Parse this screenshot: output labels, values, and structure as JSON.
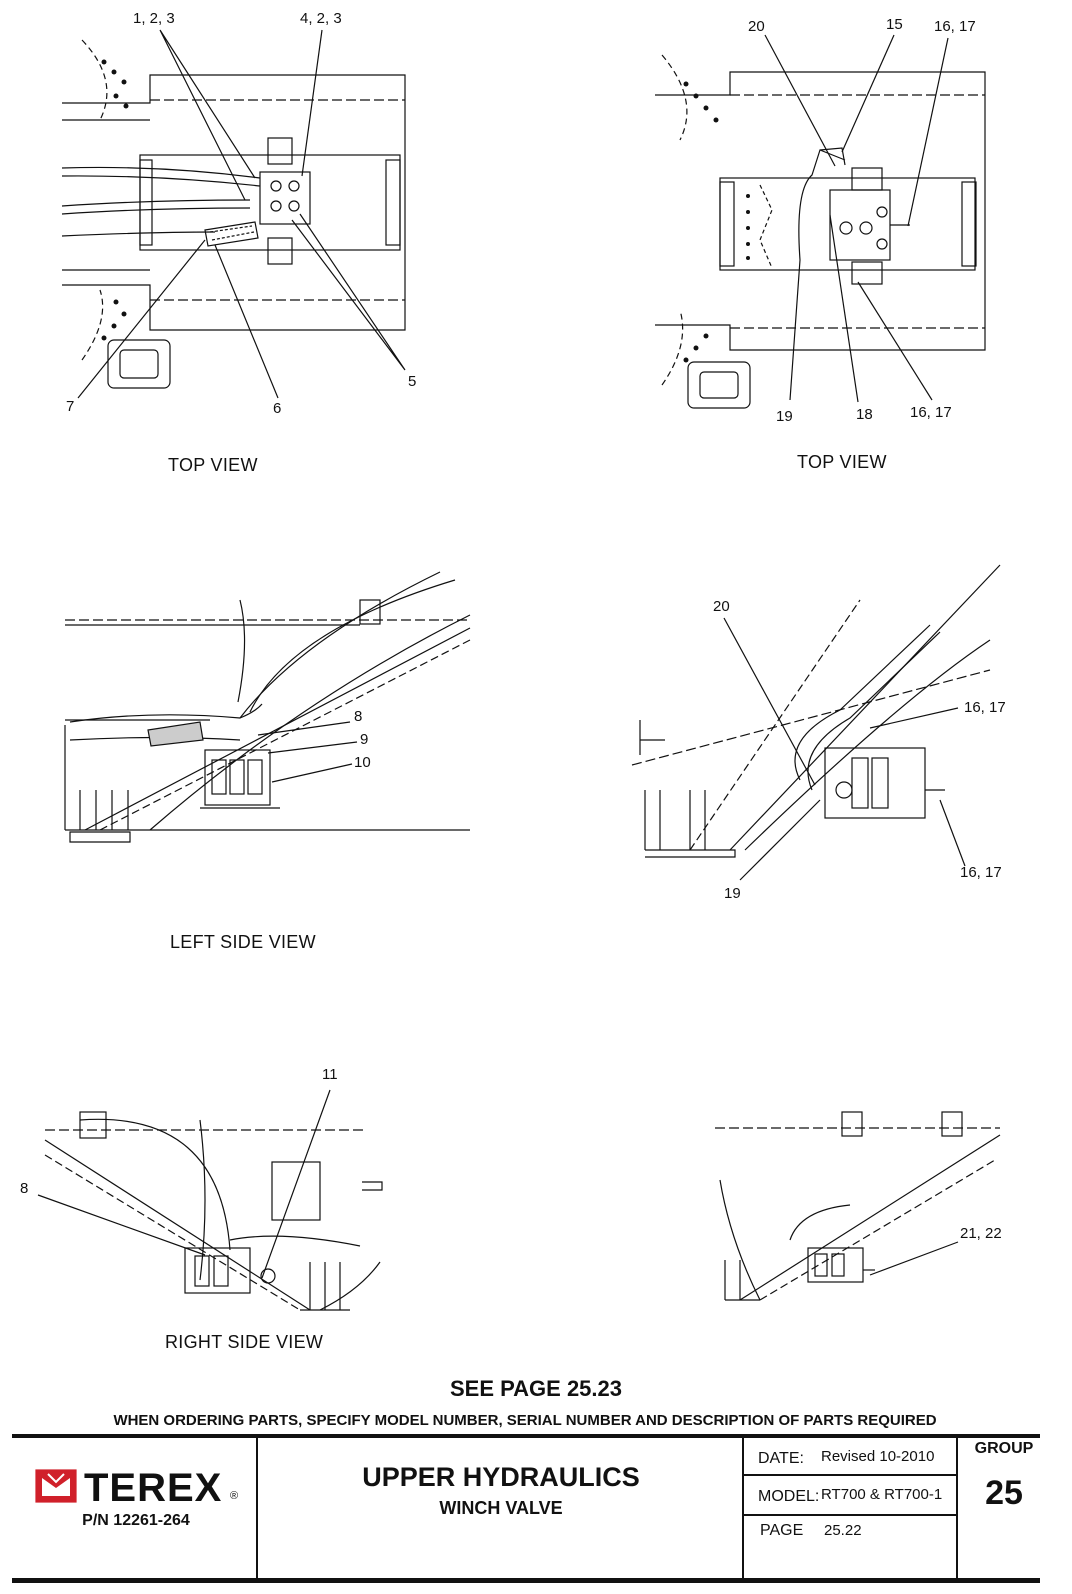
{
  "callouts": {
    "tl_123": "1, 2, 3",
    "tl_423": "4, 2, 3",
    "tl_7": "7",
    "tl_6": "6",
    "tl_5": "5",
    "tr_20": "20",
    "tr_15": "15",
    "tr_1617_top": "16, 17",
    "tr_19": "19",
    "tr_18": "18",
    "tr_1617_bottom": "16, 17",
    "ml_8": "8",
    "ml_9": "9",
    "ml_10": "10",
    "mr_20": "20",
    "mr_1617_top": "16, 17",
    "mr_1617_bottom": "16, 17",
    "mr_19": "19",
    "bl_11": "11",
    "bl_8": "8",
    "br_2122": "21, 22"
  },
  "view_labels": {
    "top_left": "TOP VIEW",
    "top_right": "TOP VIEW",
    "left_side": "LEFT SIDE VIEW",
    "right_side": "RIGHT SIDE VIEW"
  },
  "notes": {
    "see_page": "SEE PAGE 25.23",
    "ordering": "WHEN ORDERING PARTS, SPECIFY MODEL NUMBER, SERIAL NUMBER AND DESCRIPTION OF PARTS REQUIRED"
  },
  "title_block": {
    "logo_text": "TEREX",
    "logo_reg": "®",
    "part_number": "P/N 12261-264",
    "title": "UPPER HYDRAULICS",
    "subtitle": "WINCH VALVE",
    "date_label": "DATE:",
    "date_value": "Revised 10-2010",
    "model_label": "MODEL:",
    "model_value": "RT700 & RT700-1",
    "page_label": "PAGE",
    "page_value": "25.22",
    "group_label": "GROUP",
    "group_value": "25"
  },
  "colors": {
    "ink": "#111111",
    "logo_red": "#d0202a"
  }
}
